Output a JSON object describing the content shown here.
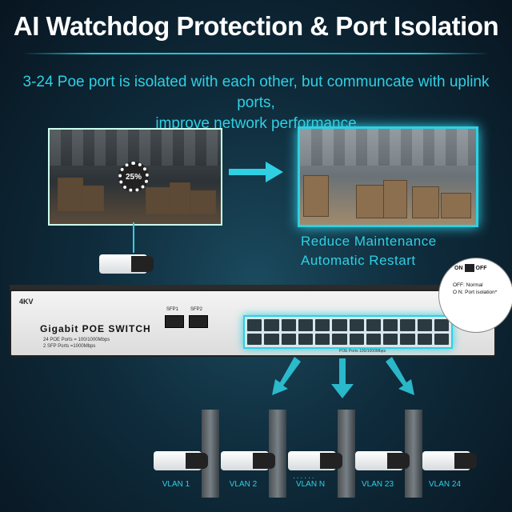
{
  "title": "AI Watchdog Protection & Port Isolation",
  "subtitle_line1": "3-24 Poe port is isolated with each other, but communcate with uplink ports,",
  "subtitle_line2": "improve network performance",
  "loading_text": "25%",
  "reduce_line1": "Reduce Maintenance",
  "reduce_line2": "Automatic Restart",
  "switch": {
    "brand": "4KV",
    "model": "Gigabit  POE  SWITCH",
    "spec1": "24 POE Ports = 100/1000Mbps",
    "spec2": "2 SFP Ports =1000Mbps",
    "sfp1": "SFP1",
    "sfp2": "SFP2",
    "ports_label": "POE Ports 100/1000Mbps"
  },
  "toggle": {
    "on": "ON",
    "off": "OFF",
    "off_desc": "OFF: Normal",
    "on_desc": "O N:  Port isolation*"
  },
  "vlans": [
    "VLAN 1",
    "VLAN 2",
    "VLAN N",
    "VLAN 23",
    "VLAN 24"
  ],
  "dots": "......",
  "colors": {
    "accent": "#2fd0e3",
    "background": "#0f2c3c"
  }
}
